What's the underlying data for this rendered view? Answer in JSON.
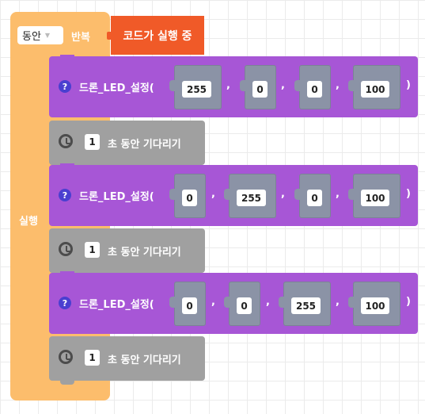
{
  "loop": {
    "condition_value": "동안",
    "suffix_label": "반복",
    "body_label": "실행"
  },
  "status": {
    "label": "코드가 실행 중"
  },
  "blocks": [
    {
      "fn_label": "드론_LED_설정(",
      "params": [
        "255",
        "0",
        "0",
        "100"
      ],
      "close": ")"
    },
    {
      "wait_value": "1",
      "wait_label": "초 동안 기다리기"
    },
    {
      "fn_label": "드론_LED_설정(",
      "params": [
        "0",
        "255",
        "0",
        "100"
      ],
      "close": ")"
    },
    {
      "wait_value": "1",
      "wait_label": "초 동안 기다리기"
    },
    {
      "fn_label": "드론_LED_설정(",
      "params": [
        "0",
        "0",
        "255",
        "100"
      ],
      "close": ")"
    },
    {
      "wait_value": "1",
      "wait_label": "초 동안 기다리기"
    }
  ],
  "colors": {
    "loop": "#fcbd6c",
    "status": "#f05a28",
    "led_block": "#a756d6",
    "wait_block": "#a0a0a0",
    "param_slot": "#8b93a6"
  },
  "icons": {
    "help": "question-circle-icon",
    "wait": "clock-icon"
  }
}
